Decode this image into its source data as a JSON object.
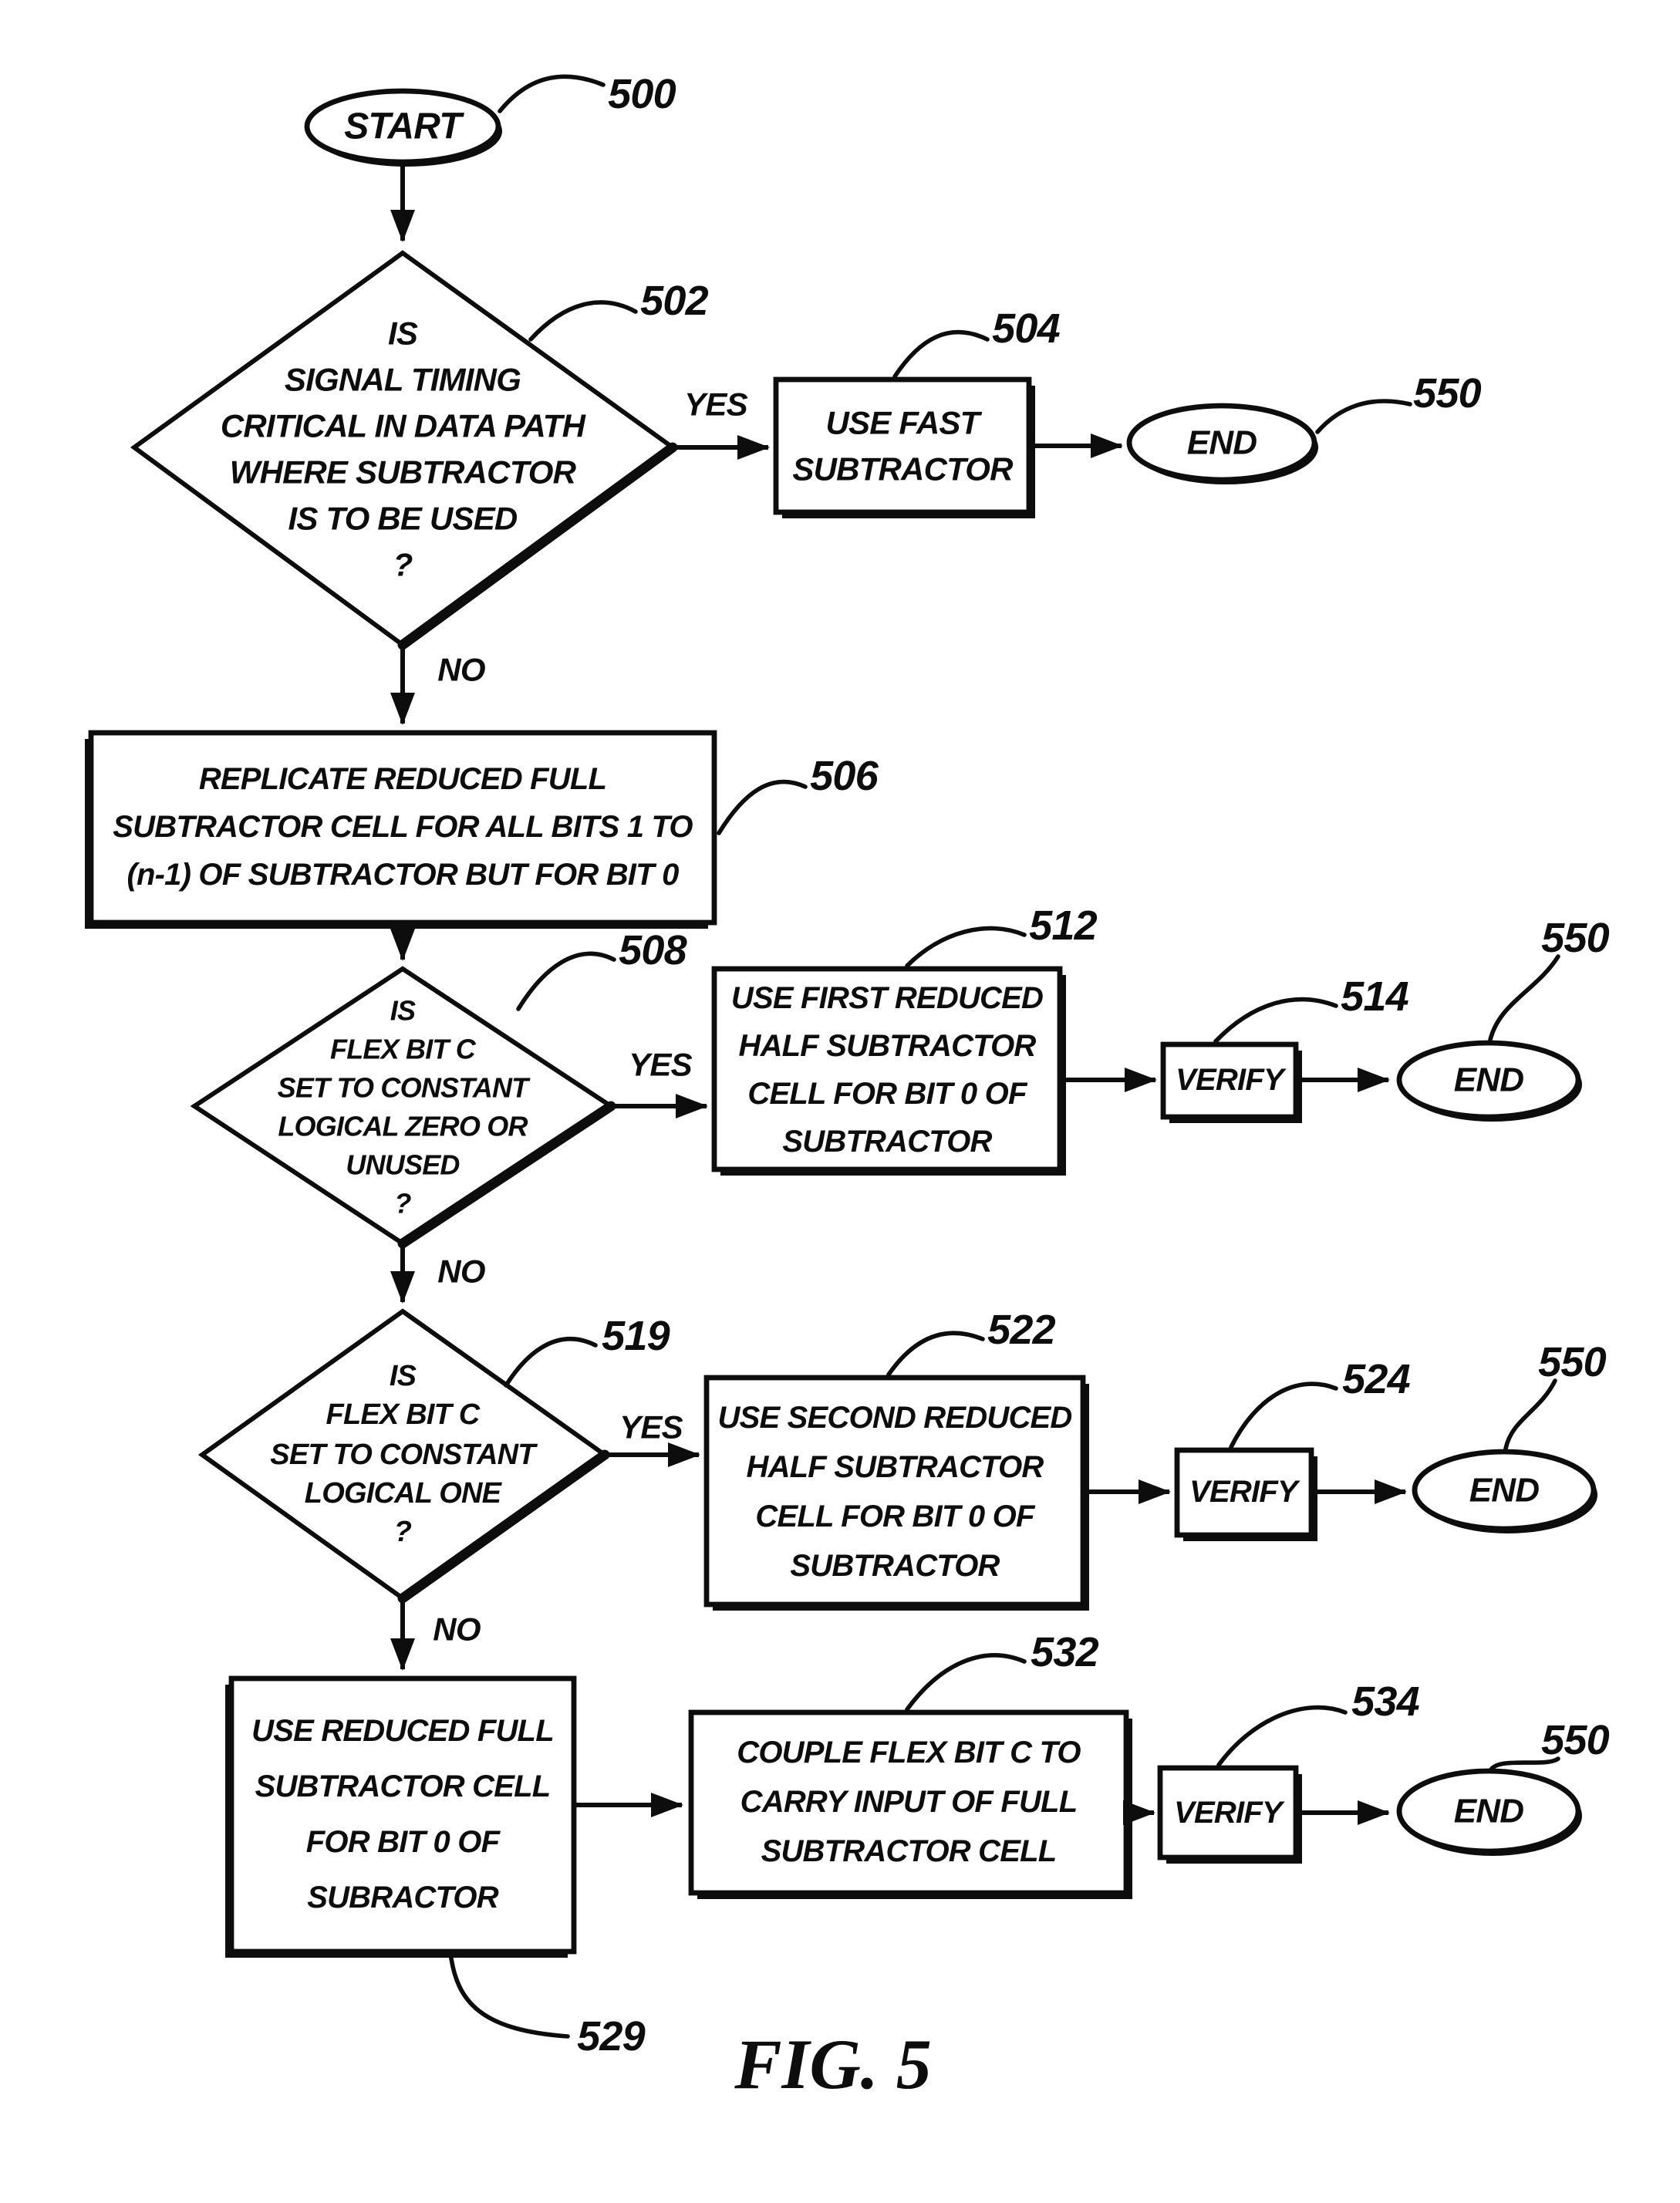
{
  "figure": {
    "caption": "FIG. 5",
    "ink_color": "#0d0d0d",
    "paper_color": "#ffffff",
    "edge_labels": {
      "yes": "YES",
      "no": "NO"
    },
    "nodes": {
      "start": {
        "label": "START",
        "ref": "500"
      },
      "d502": {
        "ref": "502",
        "lines": [
          "IS",
          "SIGNAL TIMING",
          "CRITICAL IN DATA PATH",
          "WHERE SUBTRACTOR",
          "IS TO BE USED",
          "?"
        ]
      },
      "p504": {
        "ref": "504",
        "lines": [
          "USE FAST",
          "SUBTRACTOR"
        ]
      },
      "end1": {
        "label": "END",
        "ref": "550"
      },
      "p506": {
        "ref": "506",
        "lines": [
          "REPLICATE REDUCED FULL",
          "SUBTRACTOR CELL FOR ALL BITS 1 TO",
          "(n-1) OF SUBTRACTOR BUT FOR BIT 0"
        ]
      },
      "d508": {
        "ref": "508",
        "lines": [
          "IS",
          "FLEX BIT C",
          "SET TO CONSTANT",
          "LOGICAL ZERO OR",
          "UNUSED",
          "?"
        ]
      },
      "p512": {
        "ref": "512",
        "lines": [
          "USE FIRST REDUCED",
          "HALF SUBTRACTOR",
          "CELL FOR BIT 0 OF",
          "SUBTRACTOR"
        ]
      },
      "v514": {
        "label": "VERIFY",
        "ref": "514"
      },
      "end2": {
        "label": "END",
        "ref": "550"
      },
      "d519": {
        "ref": "519",
        "lines": [
          "IS",
          "FLEX BIT C",
          "SET TO CONSTANT",
          "LOGICAL ONE",
          "?"
        ]
      },
      "p522": {
        "ref": "522",
        "lines": [
          "USE SECOND REDUCED",
          "HALF SUBTRACTOR",
          "CELL FOR BIT 0 OF",
          "SUBTRACTOR"
        ]
      },
      "v524": {
        "label": "VERIFY",
        "ref": "524"
      },
      "end3": {
        "label": "END",
        "ref": "550"
      },
      "p529": {
        "ref": "529",
        "lines": [
          "USE REDUCED FULL",
          "SUBTRACTOR CELL",
          "FOR BIT 0 OF",
          "SUBRACTOR"
        ]
      },
      "p532": {
        "ref": "532",
        "lines": [
          "COUPLE FLEX BIT C TO",
          "CARRY INPUT OF FULL",
          "SUBTRACTOR CELL"
        ]
      },
      "v534": {
        "label": "VERIFY",
        "ref": "534"
      },
      "end4": {
        "label": "END",
        "ref": "550"
      }
    }
  }
}
